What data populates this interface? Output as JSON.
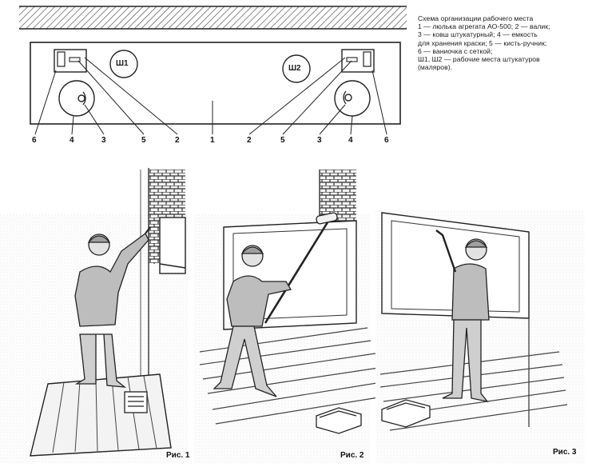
{
  "legend": {
    "title": "Схема организации рабочего места",
    "lines": [
      "1 — люлька агрегата АО-500;  2 — валик;",
      "3 — ковш штукатурный;  4 — емкость",
      "для хранения краски;  5 — кисть-ручник;",
      "6 — ваниочка с сеткой;",
      "Ш1, Ш2 — рабочие места штукатуров",
      "(маляров)."
    ]
  },
  "plan": {
    "workplace_left": "Ш1",
    "workplace_right": "Ш2",
    "callouts": [
      "6",
      "4",
      "3",
      "5",
      "2",
      "1",
      "2",
      "5",
      "3",
      "4",
      "6"
    ]
  },
  "figures": {
    "fig1": "Рис. 1",
    "fig2": "Рис. 2",
    "fig3": "Рис. 3"
  }
}
